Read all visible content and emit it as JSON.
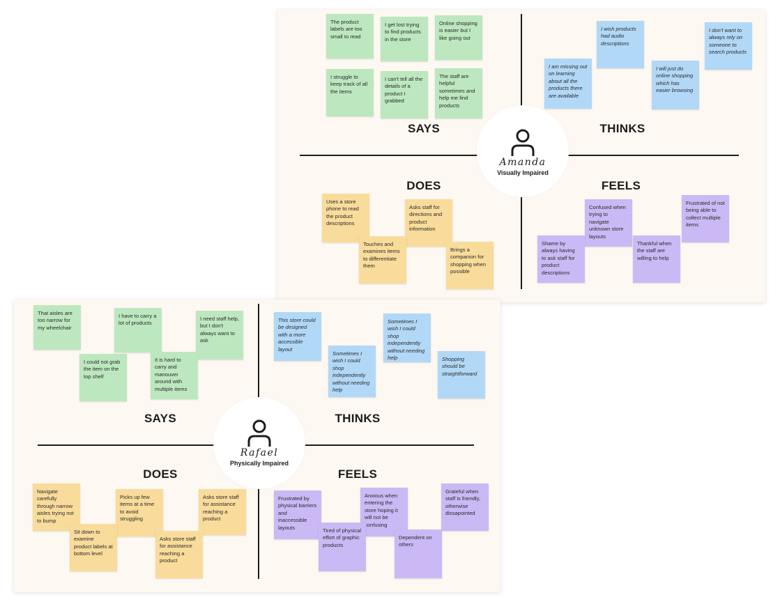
{
  "amanda": {
    "name": "Amanda",
    "role": "Visually Impaired",
    "headings": {
      "says": "SAYS",
      "thinks": "THINKS",
      "does": "DOES",
      "feels": "FEELS"
    },
    "says": [
      "The product labels are too small to read",
      "I get lost trying to find products in the store",
      "Online shopping is easier but I like going out",
      "I struggle to keep track of all the items",
      "I can't tell all the details of a product I grabbed",
      "The staff are helpful sometimes and help me find products"
    ],
    "thinks": [
      "I wish products had audio descriptions",
      "I don't want to always rely on someone to search products",
      "I am missing out on learning about all the products there are available",
      "I will just do online shopping which has easier browsing"
    ],
    "does": [
      "Uses a store phone to read the product descriptions",
      "Asks staff for directions and product information",
      "Touches and examines items to differentiate them",
      "Brings a companion for shopping when possible"
    ],
    "feels": [
      "Confused when trying to navigate unknown store layouts",
      "Frustrated of not being able to collect multiple items",
      "Shame by always having to ask staff for product descriptions",
      "Thankful when the staff are willing to help"
    ]
  },
  "rafael": {
    "name": "Rafael",
    "role": "Physically Impaired",
    "headings": {
      "says": "SAYS",
      "thinks": "THINKS",
      "does": "DOES",
      "feels": "FEELS"
    },
    "says": [
      "That aisles are too narrow for my wheelchair",
      "I have to carry a lot of products",
      "I need staff help, but I don't always want to ask",
      "I could not grab the item on the top shelf",
      "It is hard to carry and manouver around with multiple items"
    ],
    "thinks": [
      "This store could be designed with a more accessible layout",
      "Sometimes I wish I could shop independently without needing help",
      "Sometimes I wish I could shop independently without needing help",
      "Shopping should be straightforward"
    ],
    "does": [
      "Navigate carefully through narrow aisles trying not to bump",
      "Picks up few items at a time to avoid struggling",
      "Asks store staff for assistance reaching a product",
      "Sit down to examine product labels at bottom level",
      "Asks store staff for assistance reaching a product"
    ],
    "feels": [
      "Frustrated by physical barriers and inaccessible layouts",
      "Anxious when entering the store hoping it will not be confusing",
      "Grateful when staff is friendly, otherwise dissapointed",
      "Tired of physical effort of graphic products",
      "Dependent on others"
    ]
  },
  "colors": {
    "says": "#bde8bf",
    "thinks": "#b2d8f7",
    "does": "#f9dc9b",
    "feels": "#cbb9f5",
    "board": "#fdf8f1"
  },
  "icons": [
    "user-icon"
  ]
}
